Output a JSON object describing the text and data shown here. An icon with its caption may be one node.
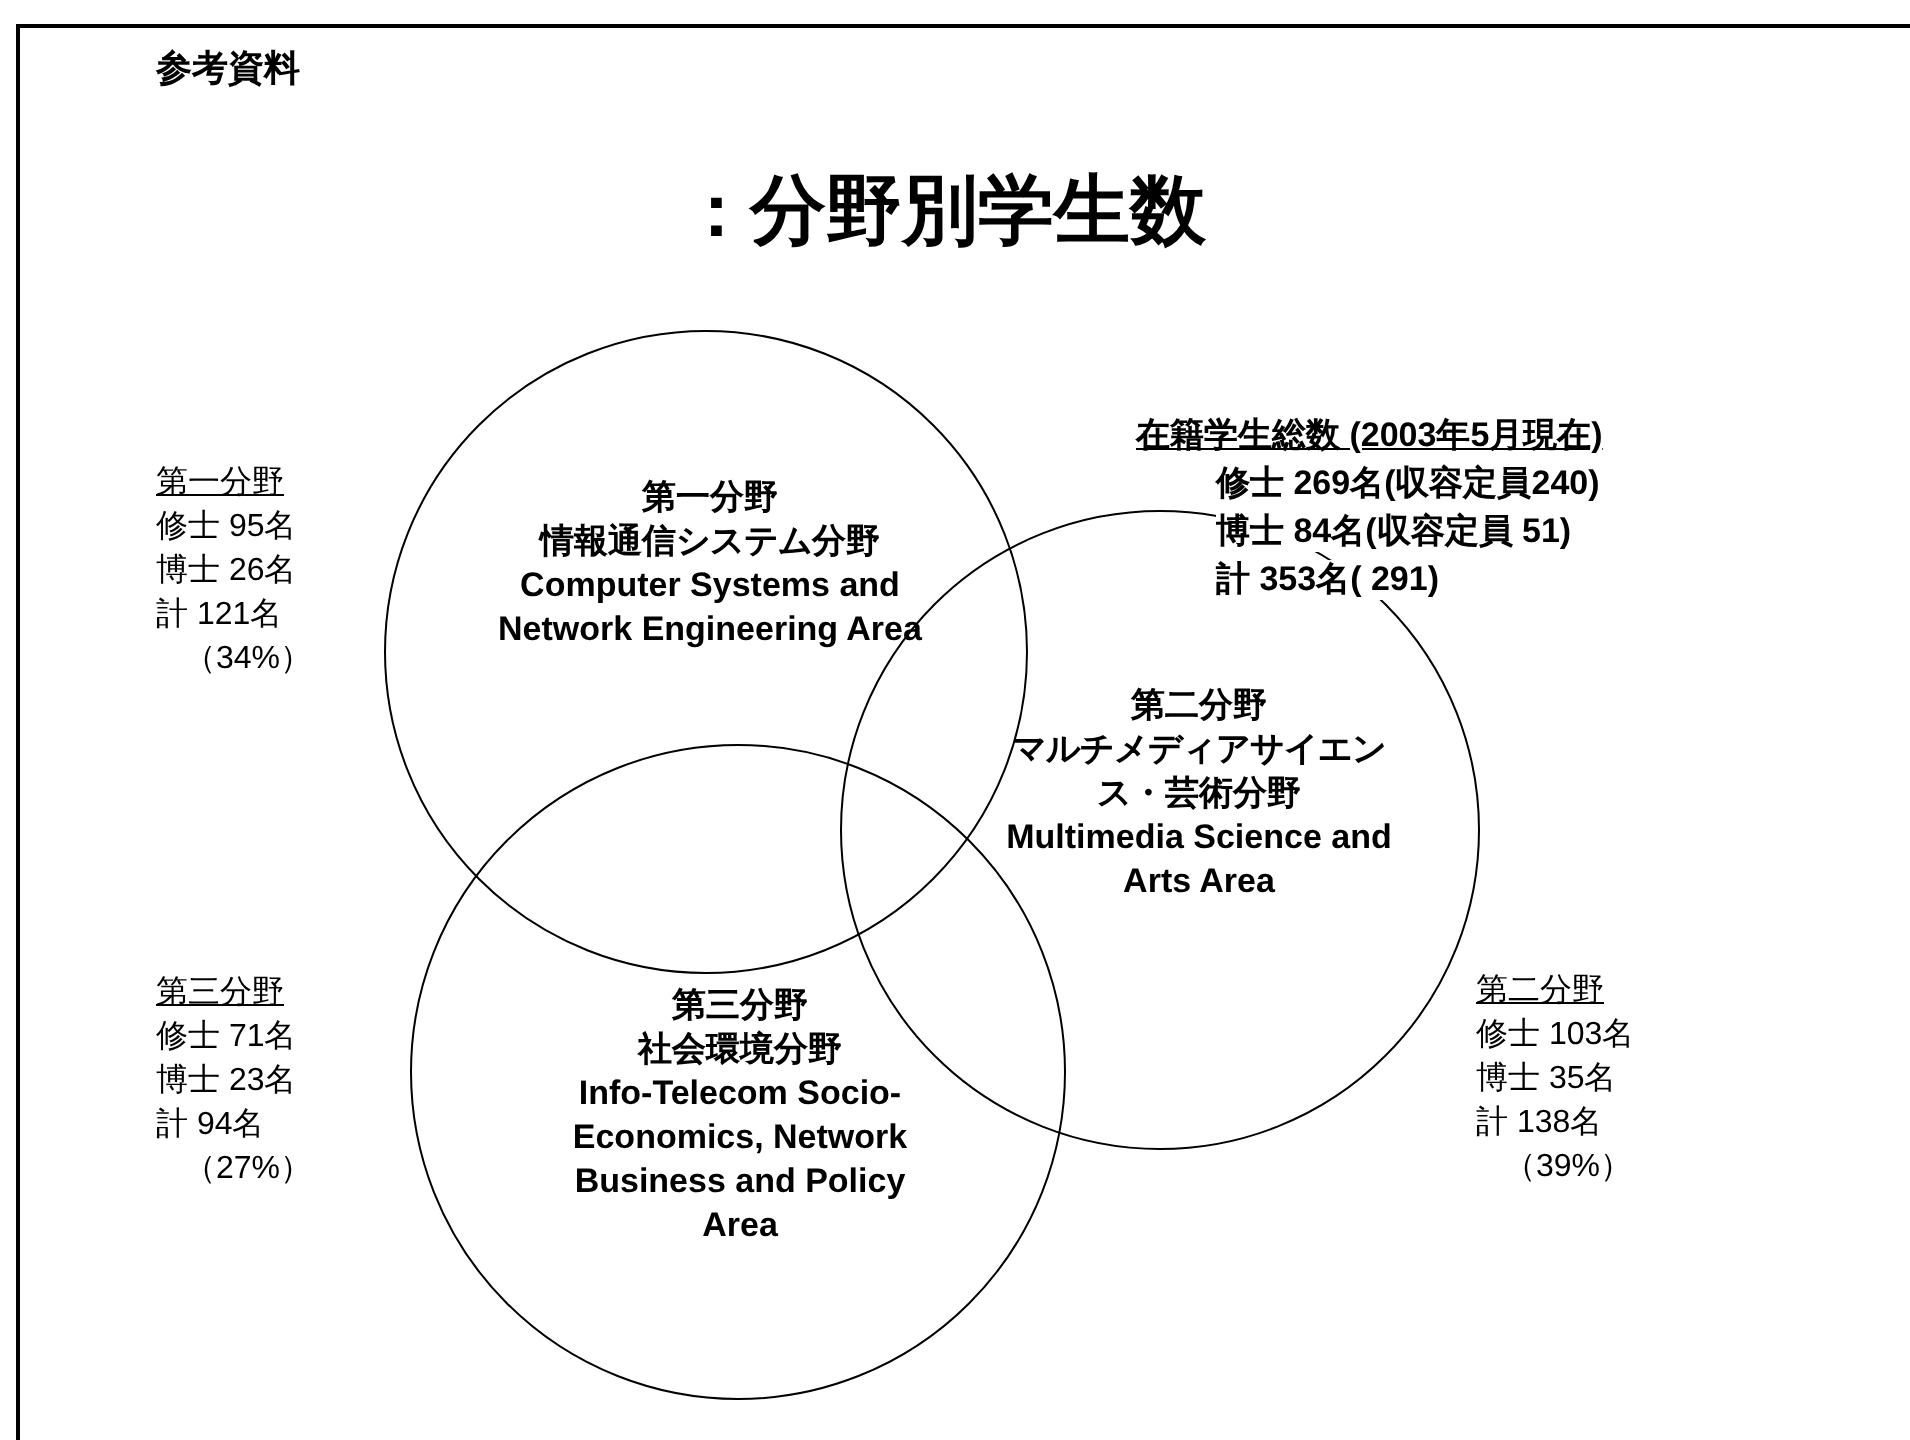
{
  "diagram": {
    "title": ": 分野別学生数",
    "nodes": [
      {
        "text": [
          "第一分野",
          "情報通信システム分野",
          "Computer Systems and Network Engineering Area"
        ]
      },
      {
        "text": [
          "第二分野",
          "マルチメディアサイエンス・芸術分野",
          "Multimedia Science and Arts Area"
        ]
      },
      {
        "text": [
          "第三分野",
          "社会環境分野",
          "Info-Telecom Socio-Economics, Network Business and Policy Area"
        ]
      }
    ],
    "edges": [],
    "labels": [
      "参考資料",
      "在籍学生総数 (2003年5月現在)",
      "修士 269名(収容定員240)",
      "博士 84名(収容定員 51)",
      "計 353名( 291)",
      "第一分野",
      "修士 95名",
      "博士 26名",
      "計 121名",
      "（34%）",
      "第二分野",
      "修士 103名",
      "博士 35名",
      "計 138名",
      "（39%）",
      "第三分野",
      "修士 71名",
      "博士 23名",
      "計 94名",
      "（27%）"
    ]
  }
}
